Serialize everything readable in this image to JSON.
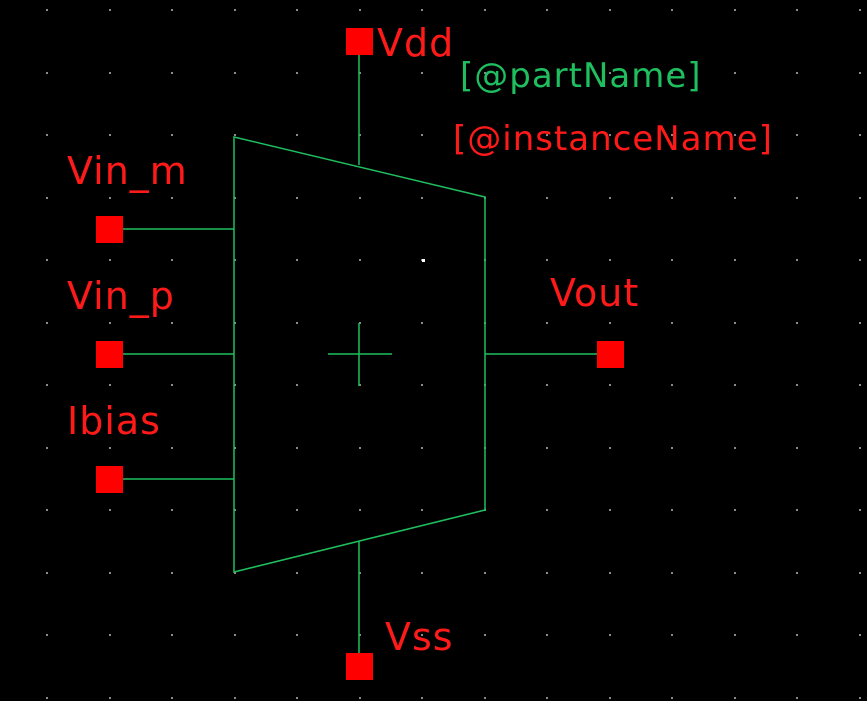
{
  "colors": {
    "background": "#000000",
    "grid": "#8a8a8a",
    "symbol_line": "#1fbf5f",
    "pin": "#ff0000",
    "pin_label": "#ff1a1a",
    "part_name_label": "#1fbf5f",
    "instance_name_label": "#ff1a1a",
    "cursor": "#ffffff"
  },
  "pins": {
    "vdd": "Vdd",
    "vss": "Vss",
    "vin_m": "Vin_m",
    "vin_p": "Vin_p",
    "ibias": "Ibias",
    "vout": "Vout"
  },
  "properties": {
    "part_name": "[@partName]",
    "instance_name": "[@instanceName]"
  }
}
